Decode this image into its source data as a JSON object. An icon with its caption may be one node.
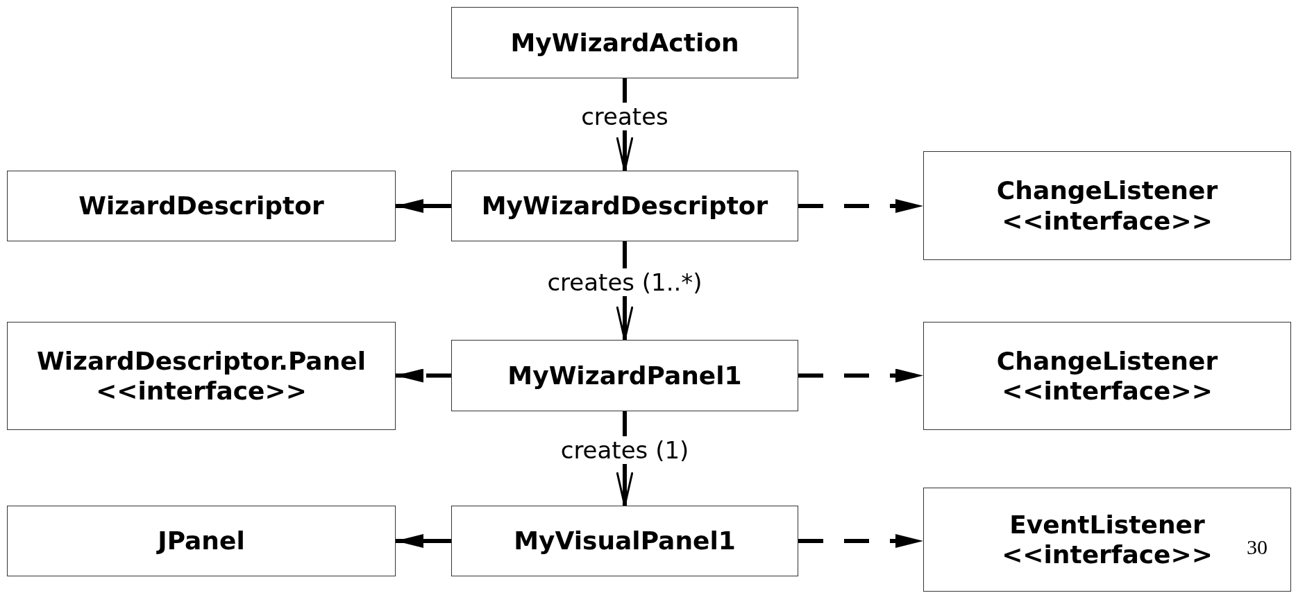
{
  "diagram": {
    "nodes": [
      {
        "text": [
          "MyWizardAction"
        ]
      },
      {
        "text": [
          "WizardDescriptor"
        ]
      },
      {
        "text": [
          "MyWizardDescriptor"
        ]
      },
      {
        "text": [
          "ChangeListener",
          "<<interface>>"
        ]
      },
      {
        "text": [
          "WizardDescriptor.Panel",
          "<<interface>>"
        ]
      },
      {
        "text": [
          "MyWizardPanel1"
        ]
      },
      {
        "text": [
          "ChangeListener",
          "<<interface>>"
        ]
      },
      {
        "text": [
          "JPanel"
        ]
      },
      {
        "text": [
          "MyVisualPanel1"
        ]
      },
      {
        "text": [
          "EventListener",
          "<<interface>>"
        ]
      }
    ],
    "edges": [
      {
        "from": 0,
        "to": 2,
        "arrow": "to",
        "label": "creates"
      },
      {
        "from": 2,
        "to": 1,
        "arrow": "to"
      },
      {
        "from": 2,
        "to": 3,
        "arrow": "to",
        "style": "dashed"
      },
      {
        "from": 2,
        "to": 5,
        "arrow": "to",
        "label": "creates  (1..*)"
      },
      {
        "from": 5,
        "to": 4,
        "arrow": "to",
        "style": "dashed"
      },
      {
        "from": 5,
        "to": 6,
        "arrow": "to",
        "style": "dashed"
      },
      {
        "from": 5,
        "to": 8,
        "arrow": "to",
        "label": "creates (1)"
      },
      {
        "from": 8,
        "to": 7,
        "arrow": "to"
      },
      {
        "from": 8,
        "to": 9,
        "arrow": "to",
        "style": "dashed"
      }
    ],
    "labels": [
      "30"
    ]
  }
}
